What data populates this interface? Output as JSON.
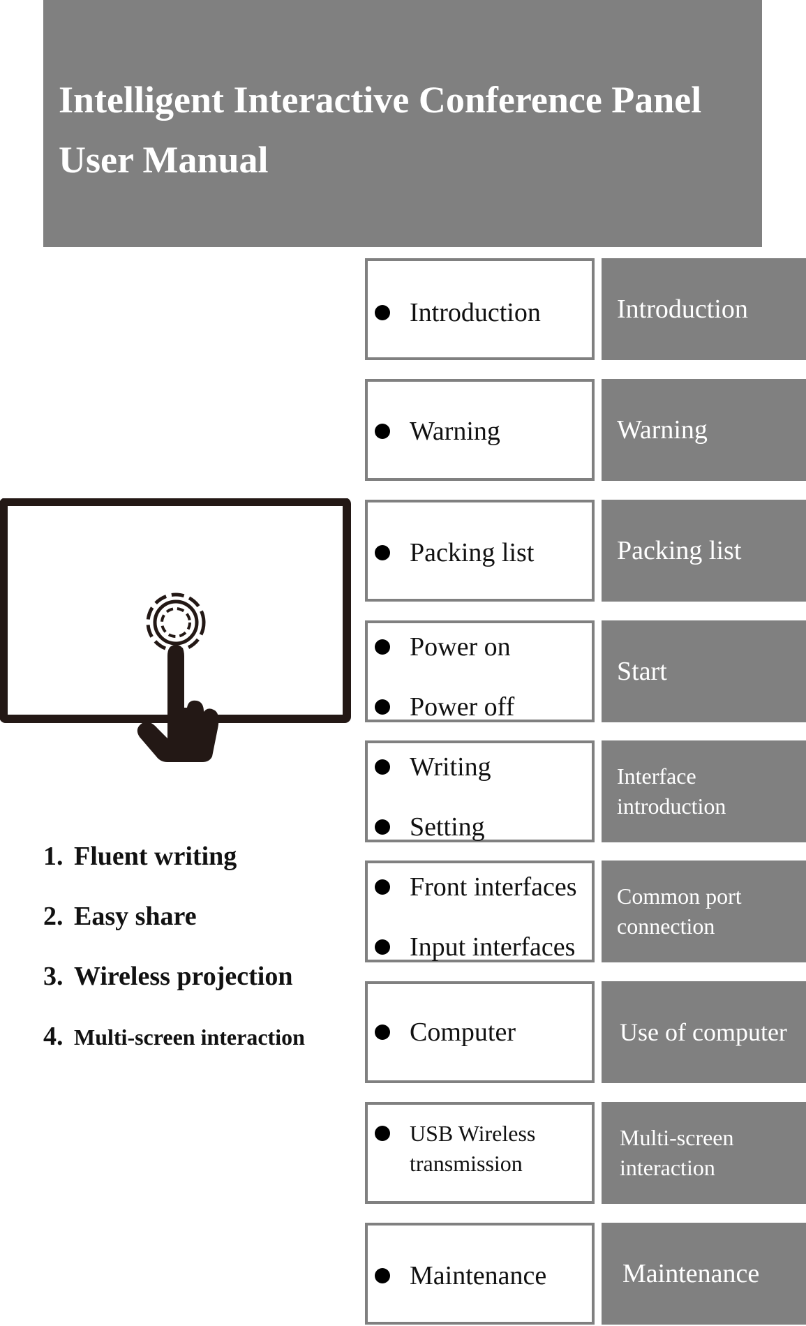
{
  "header": {
    "title_line1": "Intelligent Interactive Conference Panel",
    "title_line2": "User Manual"
  },
  "toc": [
    {
      "items": [
        "Introduction"
      ],
      "section": "Introduction"
    },
    {
      "items": [
        "Warning"
      ],
      "section": "Warning"
    },
    {
      "items": [
        "Packing list"
      ],
      "section": "Packing list"
    },
    {
      "items": [
        "Power on",
        "Power off"
      ],
      "section": "Start"
    },
    {
      "items": [
        "Writing",
        "Setting"
      ],
      "section": "Interface introduction"
    },
    {
      "items": [
        "Front interfaces",
        "Input interfaces"
      ],
      "section": "Common port connection"
    },
    {
      "items": [
        "Computer"
      ],
      "section": "Use of computer"
    },
    {
      "items": [
        "USB Wireless transmission"
      ],
      "section": "Multi-screen interaction"
    },
    {
      "items": [
        "Maintenance"
      ],
      "section": "Maintenance"
    }
  ],
  "features": [
    {
      "num": "1.",
      "label": "Fluent writing"
    },
    {
      "num": "2.",
      "label": "Easy share"
    },
    {
      "num": "3.",
      "label": "Wireless projection"
    },
    {
      "num": "4.",
      "label": "Multi-screen interaction"
    }
  ],
  "icons": {
    "device": "touch-panel-icon",
    "bullet": "bullet-icon"
  },
  "colors": {
    "panel_gray": "#808080",
    "text_white": "#ffffff",
    "text_dark": "#111111"
  }
}
